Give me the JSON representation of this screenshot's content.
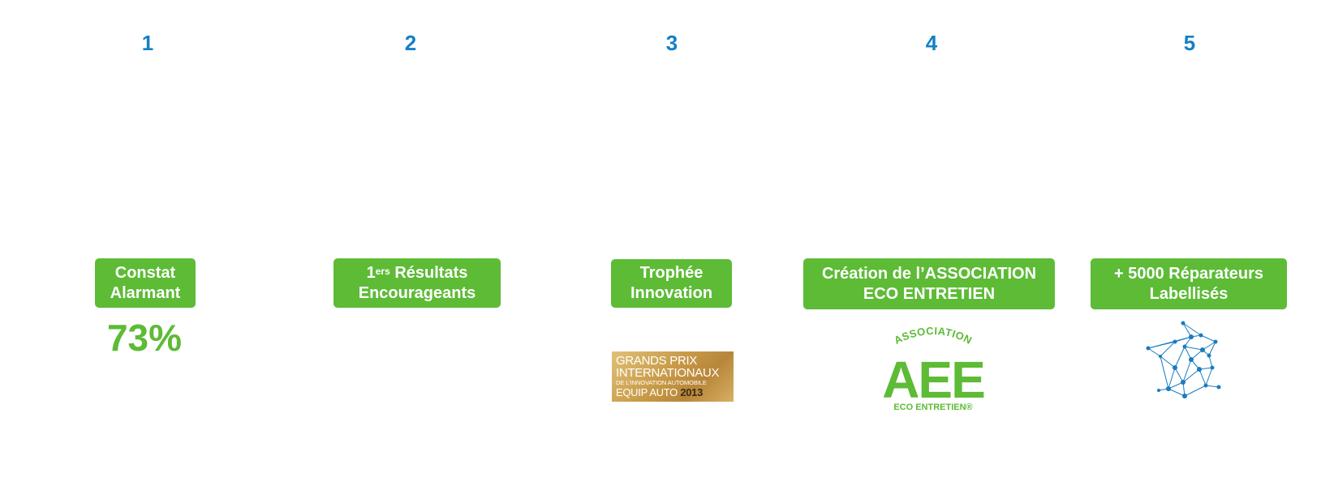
{
  "steps": [
    {
      "number": "1",
      "title": [
        "Constat",
        "Alarmant"
      ],
      "value": "73%"
    },
    {
      "number": "2",
      "title_sup_base": "1",
      "title_sup": "ers",
      "title_rest": " Résultats",
      "title_line2": "Encourageants"
    },
    {
      "number": "3",
      "title": [
        "Trophée",
        "Innovation"
      ],
      "logo": {
        "line1": "GRANDS PRIX",
        "line2": "INTERNATIONAUX",
        "line3": "DE L'INNOVATION AUTOMOBILE",
        "line4": "EQUIP AUTO",
        "year": "2013"
      }
    },
    {
      "number": "4",
      "title": [
        "Création de l’ASSOCIATION",
        "ECO ENTRETIEN"
      ],
      "logo": {
        "arc": "ASSOCIATION",
        "main": "AEE",
        "sub": "ECO ENTRETIEN®"
      }
    },
    {
      "number": "5",
      "title": [
        "+ 5000 Réparateurs",
        "Labellisés"
      ],
      "icon": "france-network-map-icon"
    }
  ],
  "colors": {
    "accent_blue": "#1580c4",
    "accent_green": "#5dbb36"
  }
}
